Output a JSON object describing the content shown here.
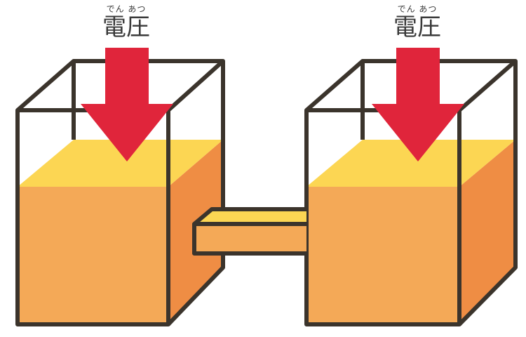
{
  "labels": {
    "left": {
      "ruby": "でん あつ",
      "text": "電圧"
    },
    "right": {
      "ruby": "でん あつ",
      "text": "電圧"
    }
  },
  "colors": {
    "outline": "#3b342c",
    "liquid_front": "#f4a957",
    "liquid_top": "#fcd653",
    "liquid_side": "#ef8d44",
    "arrow": "#e0253b"
  },
  "icons": [
    "down-arrow-icon",
    "down-arrow-icon"
  ]
}
